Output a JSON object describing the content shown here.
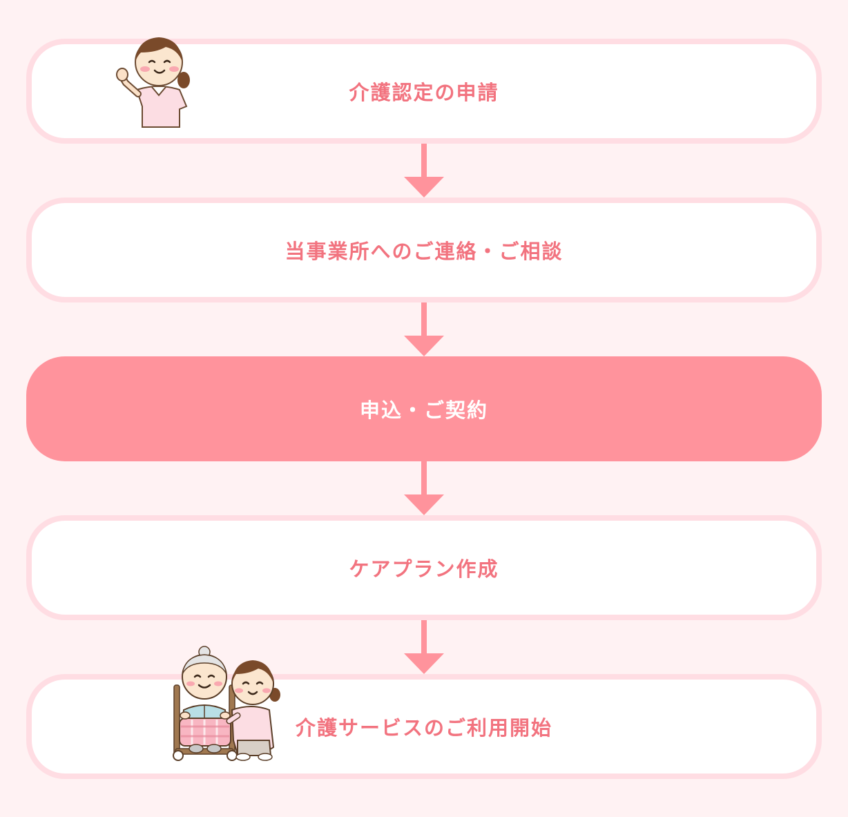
{
  "colors": {
    "background": "#fff2f3",
    "box_border": "#ffdde3",
    "box_fill": "#ffffff",
    "highlight_fill": "#ff939c",
    "text": "#f2737f",
    "highlight_text": "#ffffff",
    "arrow": "#ff939c"
  },
  "steps": [
    {
      "label": "介護認定の申請",
      "highlight": false
    },
    {
      "label": "当事業所へのご連絡・ご相談",
      "highlight": false
    },
    {
      "label": "申込・ご契約",
      "highlight": true
    },
    {
      "label": "ケアプラン作成",
      "highlight": false
    },
    {
      "label": "介護サービスのご利用開始",
      "highlight": false
    }
  ],
  "illustrations": {
    "step1": "caregiver-waving-icon",
    "step5": "elder-in-wheelchair-with-caregiver-icon"
  }
}
